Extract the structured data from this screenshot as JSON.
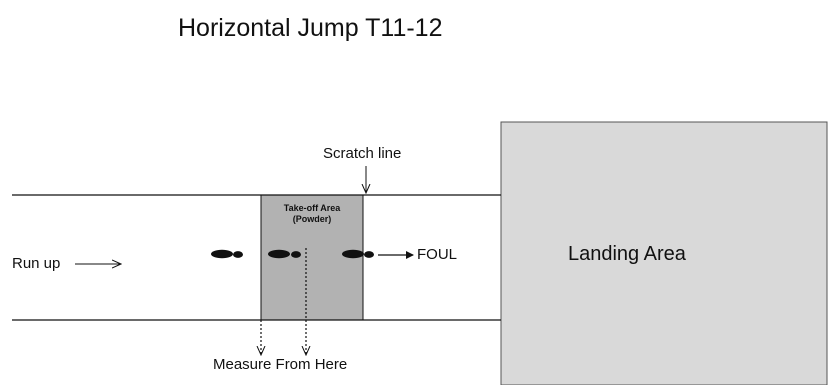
{
  "title": "Horizontal Jump T11-12",
  "labels": {
    "scratch_line": "Scratch line",
    "takeoff_area": "Take-off Area",
    "takeoff_area_sub": "(Powder)",
    "run_up": "Run up",
    "foul": "FOUL",
    "measure_from_here": "Measure From Here",
    "landing_area": "Landing Area"
  },
  "colors": {
    "takeoff_fill": "#b2b2b2",
    "landing_fill": "#d9d9d9",
    "line": "#111111"
  }
}
